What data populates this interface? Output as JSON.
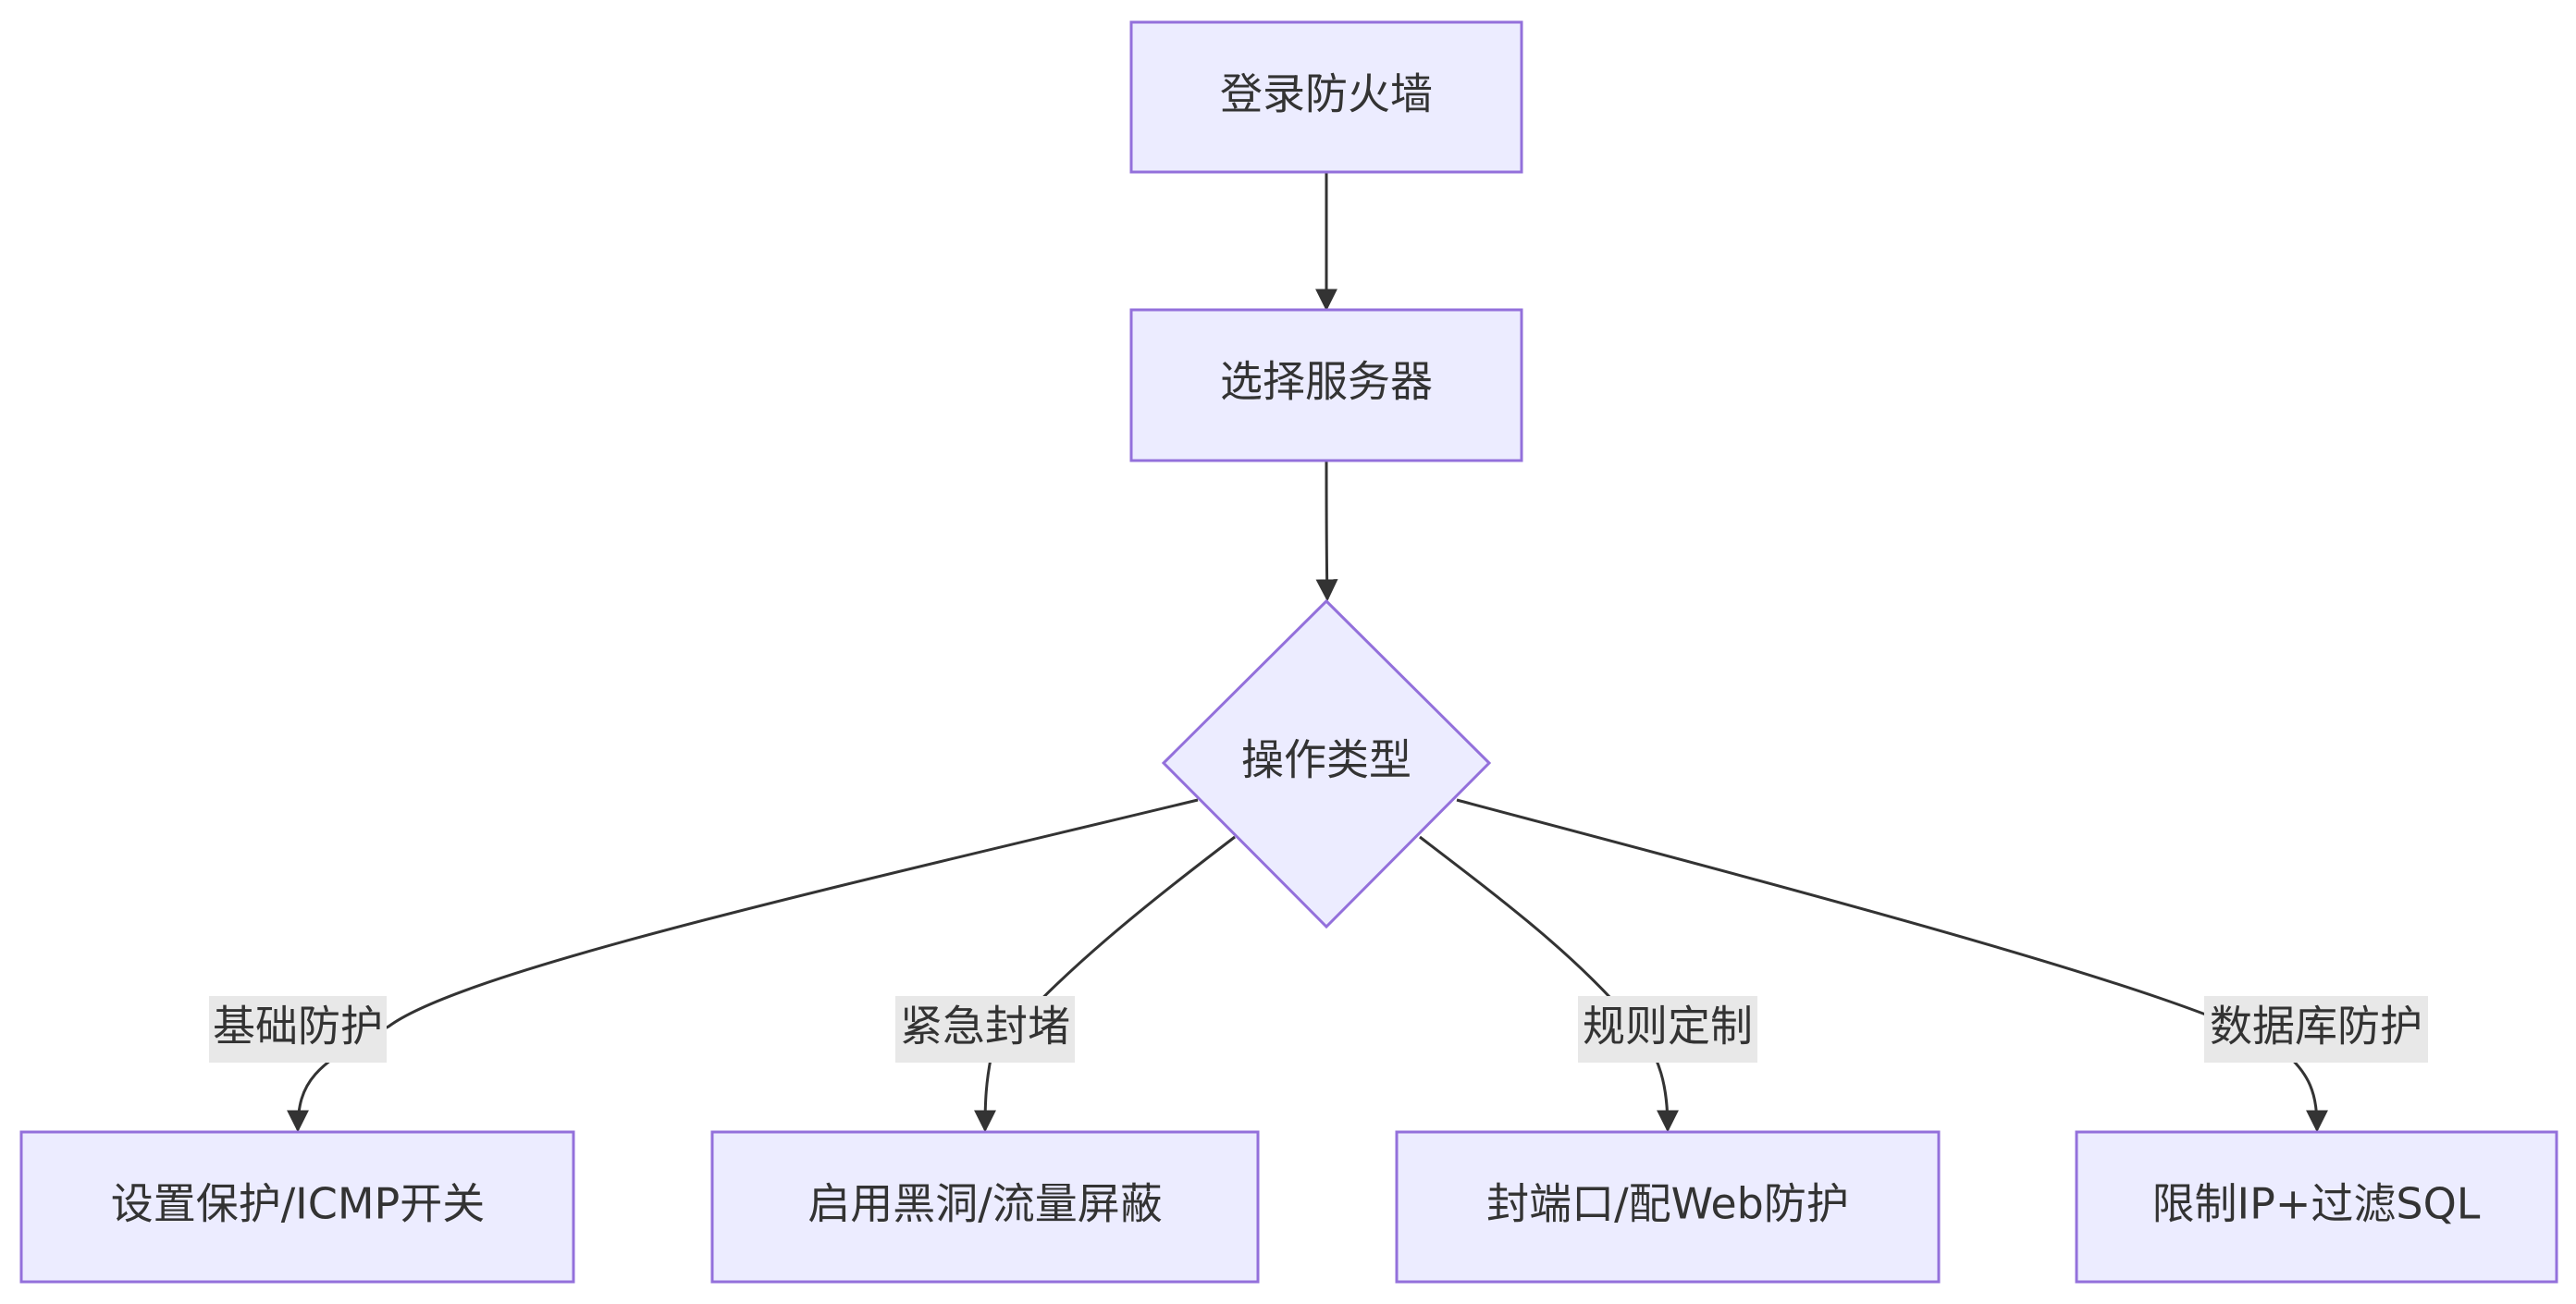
{
  "nodes": {
    "login": "登录防火墙",
    "select_server": "选择服务器",
    "operation_type": "操作类型",
    "basic_result": "设置保护/ICMP开关",
    "emergency_result": "启用黑洞/流量屏蔽",
    "rule_result": "封端口/配Web防护",
    "database_result": "限制IP+过滤SQL"
  },
  "edge_labels": {
    "basic": "基础防护",
    "emergency": "紧急封堵",
    "rule": "规则定制",
    "database": "数据库防护"
  },
  "colors": {
    "node_fill": "#ECECFF",
    "node_stroke": "#9370DB",
    "edge": "#333333",
    "label_bg": "#E8E8E8",
    "text": "#333333"
  }
}
